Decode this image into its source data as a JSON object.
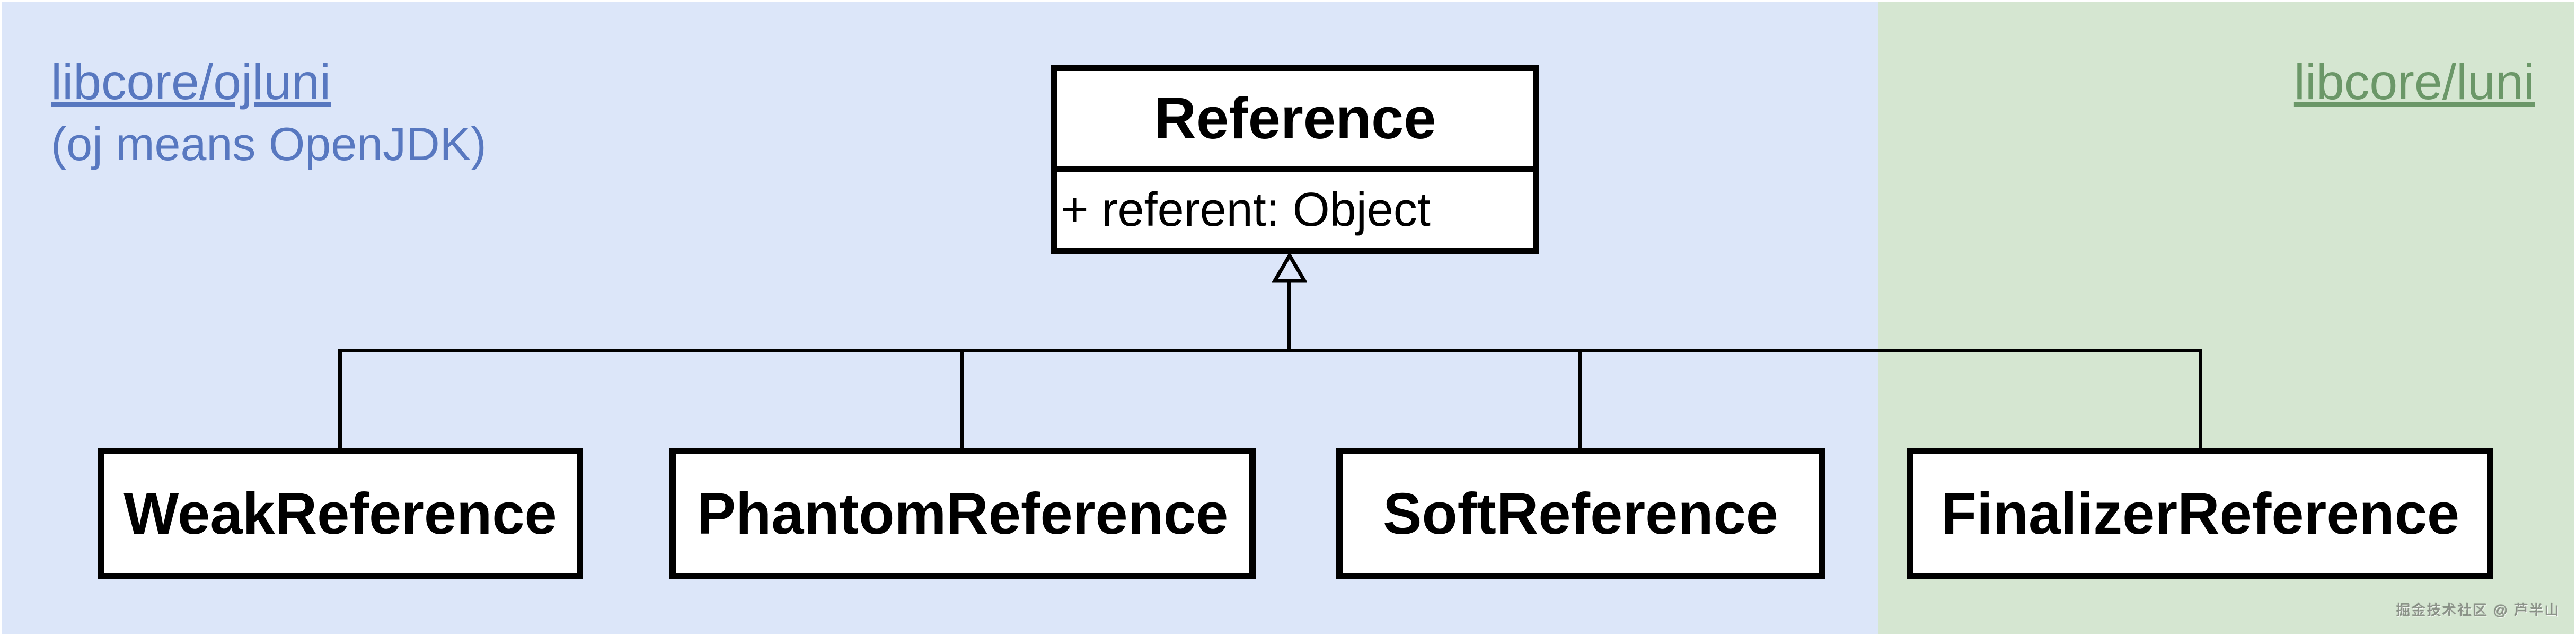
{
  "regions": {
    "ojluni": {
      "label": "libcore/ojluni",
      "note": "(oj means OpenJDK)"
    },
    "luni": {
      "label": "libcore/luni"
    }
  },
  "diagram": {
    "parent_class": {
      "name": "Reference",
      "attribute": "+ referent: Object"
    },
    "subclasses": [
      {
        "name": "WeakReference"
      },
      {
        "name": "PhantomReference"
      },
      {
        "name": "SoftReference"
      },
      {
        "name": "FinalizerReference"
      }
    ],
    "relationship": "inheritance"
  },
  "watermark": {
    "text": "掘金技术社区 @ 芦半山"
  },
  "colors": {
    "blue_bg": "#dce6f9",
    "green_bg": "#d5e6d1",
    "blue_link": "#5878c0",
    "green_link": "#6b9768",
    "box_border": "#000000",
    "box_fill": "#ffffff",
    "frame_color": "#ffffff",
    "watermark_color": "#8d938a"
  }
}
